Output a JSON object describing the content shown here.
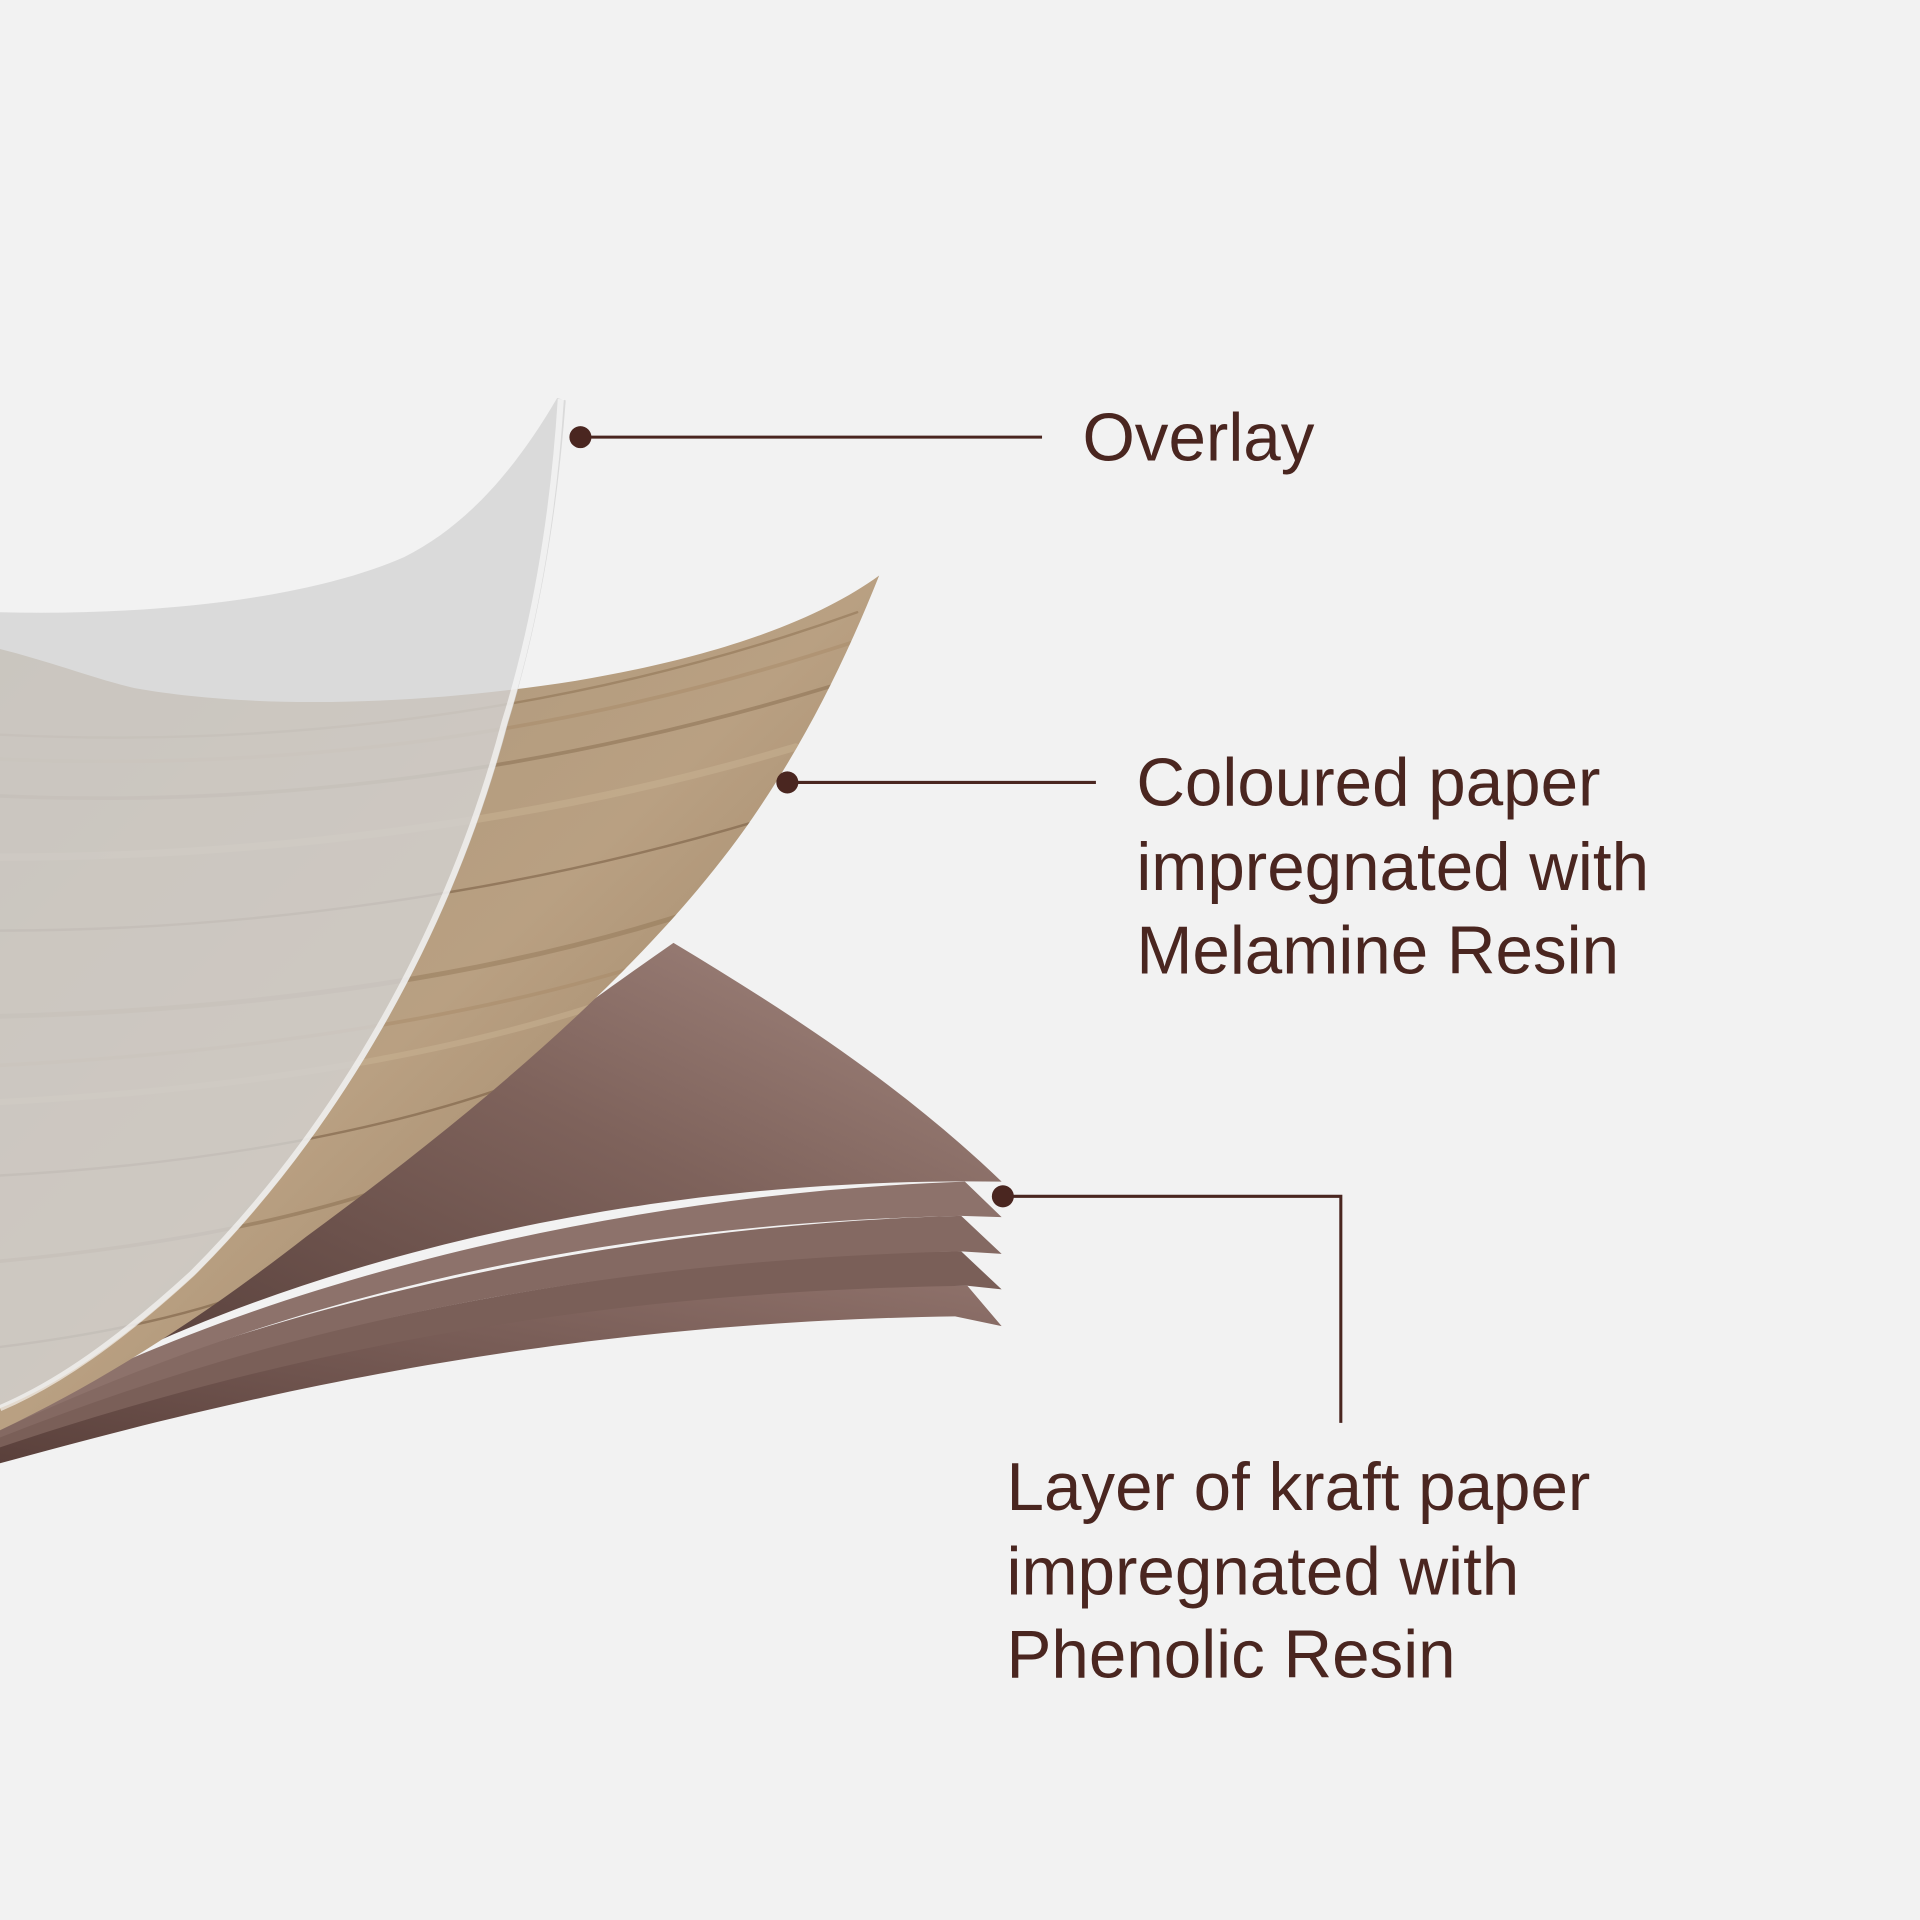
{
  "labels": {
    "overlay": "Overlay",
    "coloured_paper": [
      "Coloured paper",
      "impregnated with",
      "Melamine Resin"
    ],
    "kraft_paper": [
      "Layer of kraft paper",
      "impregnated with",
      "Phenolic Resin"
    ]
  },
  "colors": {
    "background": "#f2f2f2",
    "text": "#4a2620",
    "leader": "#4a2620",
    "kraft_dark": "#5e4440",
    "kraft_light": "#9c7d74",
    "wood": "#b59c7e",
    "overlay": "#d4d4d4"
  }
}
